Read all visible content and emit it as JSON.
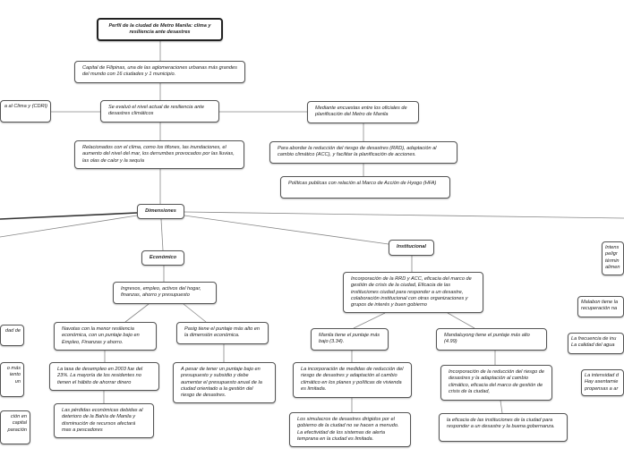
{
  "root": "Perfil de la ciudad de Metro Manila: clima y resiliencia ante desastres",
  "capital": "Capital de Filipinas, una de las aglomeraciones urbanas más grandes del mundo con 16 ciudades y 1 municipio.",
  "evaluo": "Se evaluó el nivel actual de resiliencia ante desastres climáticos",
  "cdri_partial": "a al Clima y (CDRI)",
  "mediante": "Mediante encuestas entre los oficiales de planificación del Metro de Manila",
  "relacionados": "Relacionados con el clima, como los tifones, las inundaciones, el aumento del nivel del mar, los derrumbes provocados por las lluvias, las olas de calor y la sequía",
  "para_abordar": "Para abordar la reducción del riesgo de desastres (RRD), adaptación al cambio climático (ACC), y facilitar la planificación de acciones.",
  "politicas": "Políticas publicas con relación al Marco de Acción de Hyogo (HFA)",
  "dimensiones": "Dimensiones",
  "economico": {
    "label": "Económico",
    "ingresos": "Ingresos, empleo, activos del hogar, finanzas, ahorro y presupuesto",
    "navotas": "Navotas con la menor resiliencia económica, con un puntaje bajo en Empleo, Finanzas y ahorro.",
    "tasa": "La tasa de desempleo en 2003 fue del 23%. La mayoría de los residentes no tienen el hábito de ahorrar dinero",
    "perdidas": "Las pérdidas económicas debidas al deterioro de la Bahía de Manila y disminución de recursos afectará mas a pescadores",
    "pasig": "Pasig tiene el puntaje más alto en la dimensión económica.",
    "a_pesar": "A pesar de tener un puntaje bajo en presupuesto y subsidio y debe aumentar el presupuesto anual de la ciudad orientado a la gestión del riesgo de desastres."
  },
  "institucional": {
    "label": "Institucional",
    "incorporacion_rrd": "Incorporación de la RRD y ACC, eficacia del marco de gestión de crisis de la ciudad, Eficacia de las instituciones ciudad para responder a un desastre, colaboración institucional con otras organizaciones y grupos de interés y buen gobierno",
    "manila": "Manila tiene el puntaje más bajo (3.34).",
    "manila_1": "La incorporación de medidas de reducción del riesgo de desastres y adaptación al cambio climático en los planes y políticas de vivienda es limitada.",
    "manila_2": "Los simulacros de desastres dirigidos por el gobierno de la ciudad no se hacen a menudo. La efectividad de los sistemas de alerta temprana en la ciudad es limitada.",
    "mandaluyong": "Mandaluyong tiene el puntaje más alto (4.99)",
    "mandaluyong_1": "Incorporación de la reducción del riesgo de desastres y la adaptación al cambio climático, eficacia del marco de gestión de crisis de la ciudad,",
    "mandaluyong_2": "la eficacia de las instituciones de la ciudad para responder a un desastre y la buena gobernanza."
  },
  "right_partial": {
    "intens": "Intens peligr términ alimen",
    "malabon": "Malabon tiene la recuperación na",
    "frecuencia": "La frecuencia de inu La calidad del agua",
    "intensidad": "La intensidad d Hay asentamie propensas a ar"
  },
  "left_partial": {
    "a": "dad de",
    "b": "o más iento un",
    "c": "ción en capital paración"
  }
}
